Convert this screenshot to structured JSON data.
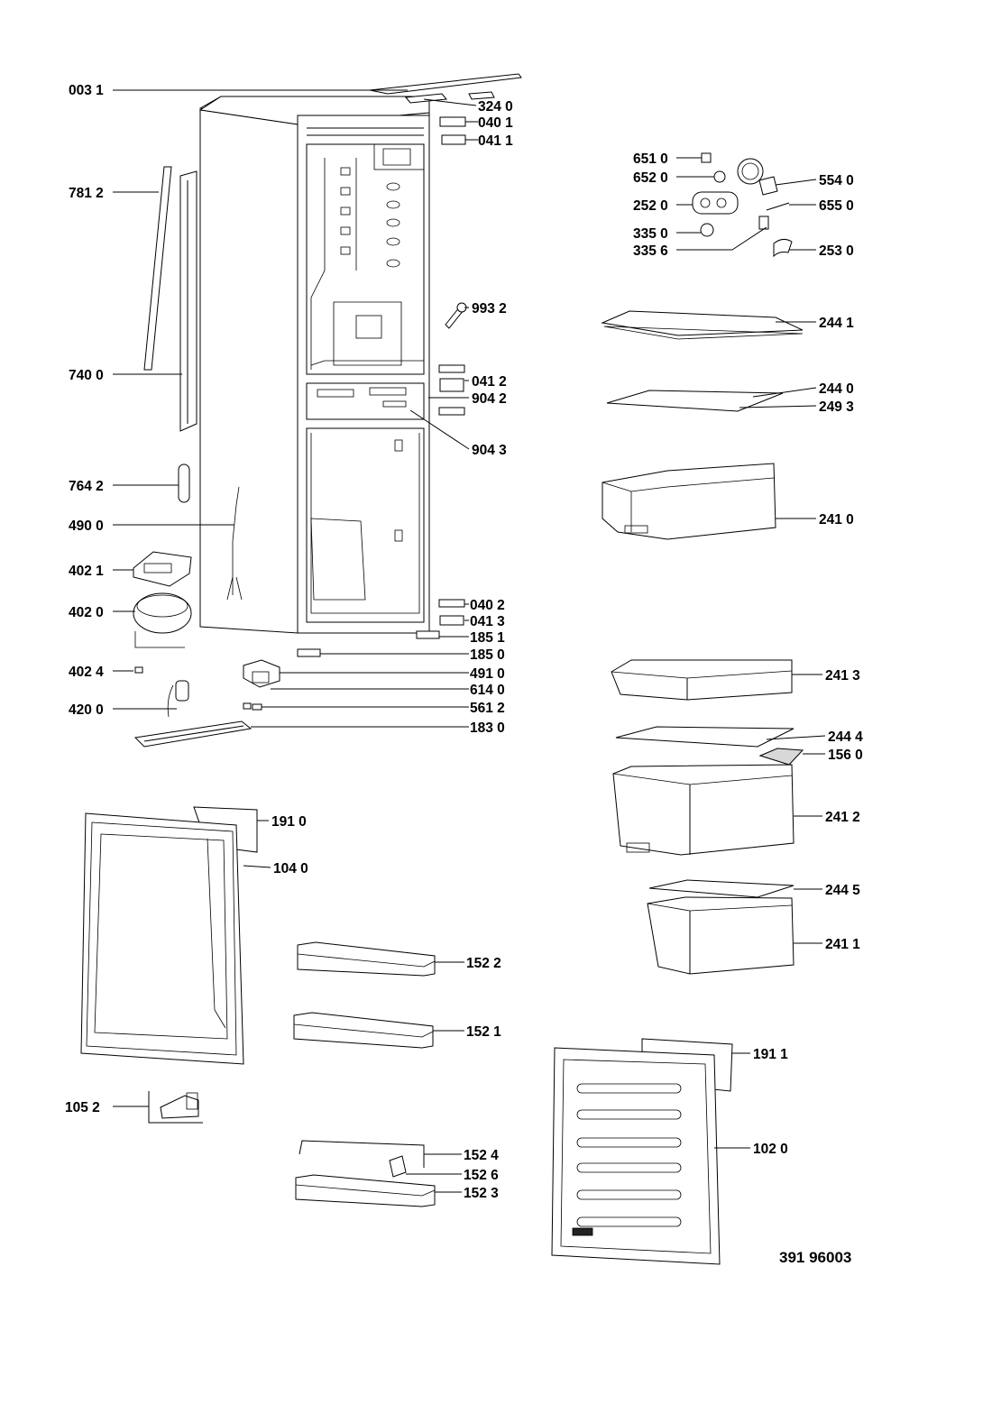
{
  "labels": {
    "p0031": "003 1",
    "p3240": "324 0",
    "p0401": "040 1",
    "p0411": "041 1",
    "p7812": "781 2",
    "p6510": "651 0",
    "p6520": "652 0",
    "p5540": "554 0",
    "p2520": "252 0",
    "p6550": "655 0",
    "p3350": "335 0",
    "p3356": "335 6",
    "p2530": "253 0",
    "p9932": "993 2",
    "p2441": "244 1",
    "p7400": "740 0",
    "p0412": "041 2",
    "p9042": "904 2",
    "p2440": "244 0",
    "p2493": "249 3",
    "p9043": "904 3",
    "p7642": "764 2",
    "p2410": "241 0",
    "p4900": "490 0",
    "p4021": "402 1",
    "p4020": "402 0",
    "p0402": "040 2",
    "p0413": "041 3",
    "p1851": "185 1",
    "p1850": "185 0",
    "p4024": "402 4",
    "p4910": "491 0",
    "p2413": "241 3",
    "p6140": "614 0",
    "p4200": "420 0",
    "p5612": "561 2",
    "p1830": "183 0",
    "p2444": "244 4",
    "p1560": "156 0",
    "p1910": "191 0",
    "p2412": "241 2",
    "p1040": "104 0",
    "p2445": "244 5",
    "p2411": "241 1",
    "p1522": "152 2",
    "p1521": "152 1",
    "p1911": "191 1",
    "p1052": "105 2",
    "p1020": "102 0",
    "p1524": "152 4",
    "p1526": "152 6",
    "p1523": "152 3"
  },
  "diagram_code": "391 96003"
}
